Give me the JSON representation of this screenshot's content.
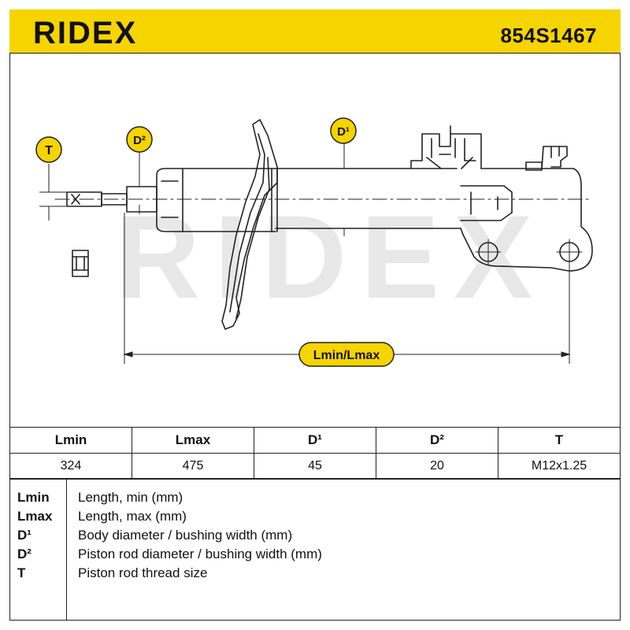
{
  "header": {
    "brand": "RIDEX",
    "part_number": "854S1467"
  },
  "diagram": {
    "callout_t": "T",
    "callout_d2": "D²",
    "callout_d1": "D¹",
    "callout_length": "Lmin/Lmax",
    "watermark": "RIDEX",
    "colors": {
      "accent": "#f5d400",
      "line": "#222222",
      "watermark": "#e6e6e6"
    }
  },
  "specs": {
    "headers": [
      "Lmin",
      "Lmax",
      "D¹",
      "D²",
      "T"
    ],
    "values": [
      "324",
      "475",
      "45",
      "20",
      "M12x1.25"
    ]
  },
  "legend": [
    {
      "key": "Lmin",
      "desc": "Length, min (mm)"
    },
    {
      "key": "Lmax",
      "desc": "Length, max (mm)"
    },
    {
      "key": "D¹",
      "desc": "Body diameter / bushing width (mm)"
    },
    {
      "key": "D²",
      "desc": "Piston rod diameter / bushing width (mm)"
    },
    {
      "key": "T",
      "desc": "Piston rod thread size"
    }
  ]
}
